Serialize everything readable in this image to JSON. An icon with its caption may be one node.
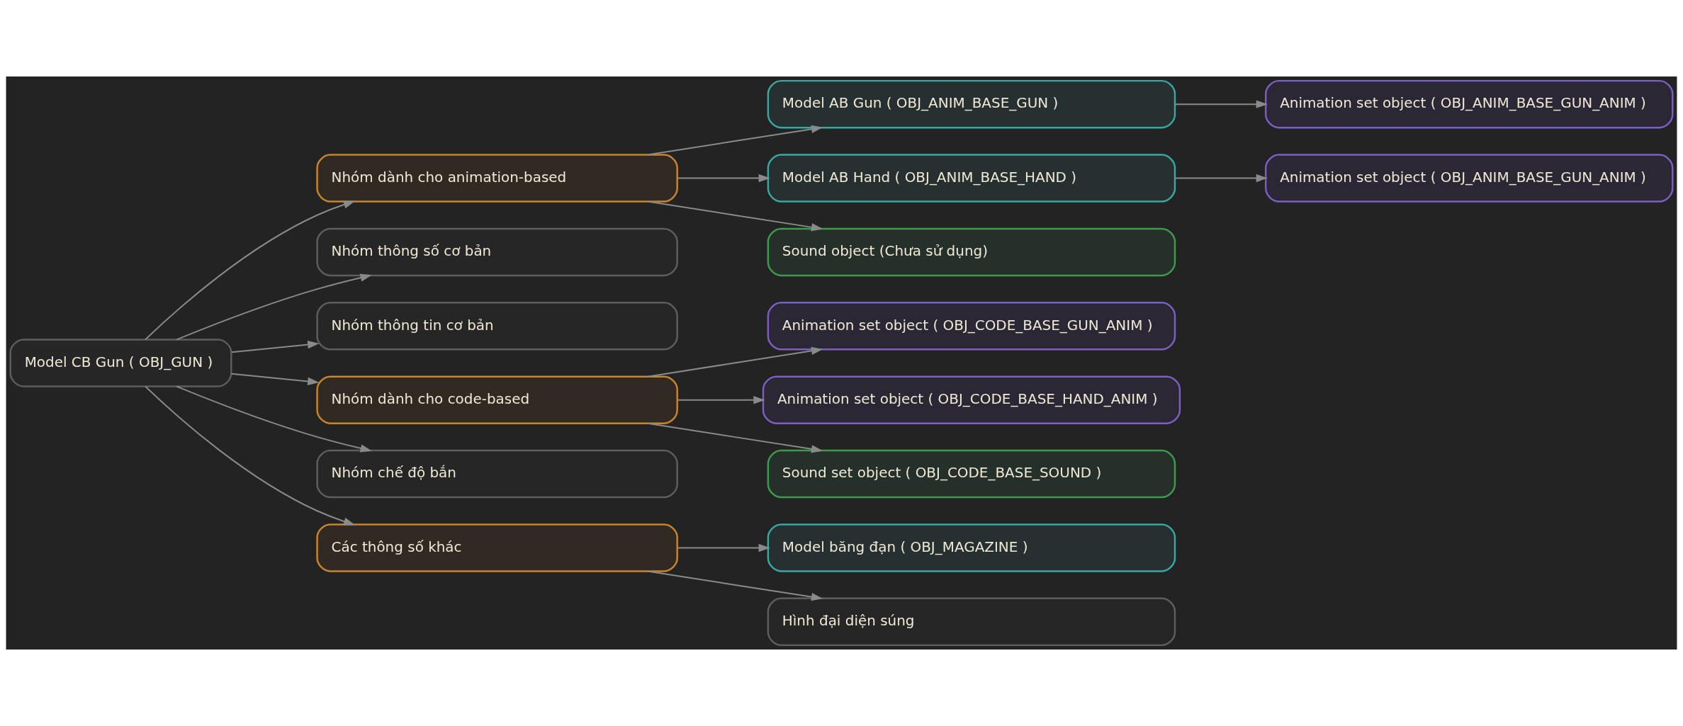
{
  "diagram": {
    "nodes": [
      {
        "text": [
          "Model CB Gun ( OBJ_GUN )"
        ]
      },
      {
        "text": [
          "Nhóm dành cho animation-based"
        ]
      },
      {
        "text": [
          "Model AB Gun ( OBJ_ANIM_BASE_GUN )"
        ]
      },
      {
        "text": [
          "Animation set object ( OBJ_ANIM_BASE_GUN_ANIM )"
        ]
      },
      {
        "text": [
          "Model AB Hand ( OBJ_ANIM_BASE_HAND )"
        ]
      },
      {
        "text": [
          "Animation set object ( OBJ_ANIM_BASE_GUN_ANIM )"
        ]
      },
      {
        "text": [
          "Sound object (Chưa sử dụng)"
        ]
      },
      {
        "text": [
          "Nhóm thông số cơ bản"
        ]
      },
      {
        "text": [
          "Nhóm thông tin cơ bản"
        ]
      },
      {
        "text": [
          "Nhóm dành cho code-based"
        ]
      },
      {
        "text": [
          "Animation set object ( OBJ_CODE_BASE_GUN_ANIM )"
        ]
      },
      {
        "text": [
          "Animation set object ( OBJ_CODE_BASE_HAND_ANIM )"
        ]
      },
      {
        "text": [
          "Sound set object ( OBJ_CODE_BASE_SOUND )"
        ]
      },
      {
        "text": [
          "Nhóm chế độ bắn"
        ]
      },
      {
        "text": [
          "Các thông số khác"
        ]
      },
      {
        "text": [
          "Model băng đạn ( OBJ_MAGAZINE )"
        ]
      },
      {
        "text": [
          "Hình đại diện súng"
        ]
      }
    ],
    "edges": [
      {
        "from": 0,
        "to": 1,
        "arrow": "to"
      },
      {
        "from": 0,
        "to": 7,
        "arrow": "to"
      },
      {
        "from": 0,
        "to": 8,
        "arrow": "to"
      },
      {
        "from": 0,
        "to": 9,
        "arrow": "to"
      },
      {
        "from": 0,
        "to": 13,
        "arrow": "to"
      },
      {
        "from": 0,
        "to": 14,
        "arrow": "to"
      },
      {
        "from": 1,
        "to": 2,
        "arrow": "to"
      },
      {
        "from": 1,
        "to": 4,
        "arrow": "to"
      },
      {
        "from": 1,
        "to": 6,
        "arrow": "to"
      },
      {
        "from": 2,
        "to": 3,
        "arrow": "to"
      },
      {
        "from": 4,
        "to": 5,
        "arrow": "to"
      },
      {
        "from": 9,
        "to": 10,
        "arrow": "to"
      },
      {
        "from": 9,
        "to": 11,
        "arrow": "to"
      },
      {
        "from": 9,
        "to": 12,
        "arrow": "to"
      },
      {
        "from": 14,
        "to": 15,
        "arrow": "to"
      },
      {
        "from": 14,
        "to": 16,
        "arrow": "to"
      }
    ]
  }
}
